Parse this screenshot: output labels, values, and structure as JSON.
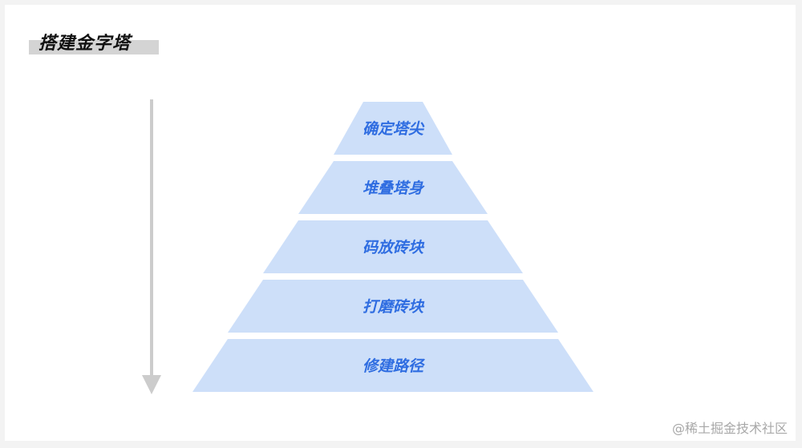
{
  "title": "搭建金字塔",
  "layers": [
    {
      "label": "确定塔尖"
    },
    {
      "label": "堆叠塔身"
    },
    {
      "label": "码放砖块"
    },
    {
      "label": "打磨砖块"
    },
    {
      "label": "修建路径"
    }
  ],
  "watermark": "@稀土掘金技术社区",
  "colors": {
    "layer_fill": "#cddff9",
    "label_text": "#2f6de1",
    "arrow": "#cccccc",
    "title_highlight": "#d4d4d4"
  }
}
